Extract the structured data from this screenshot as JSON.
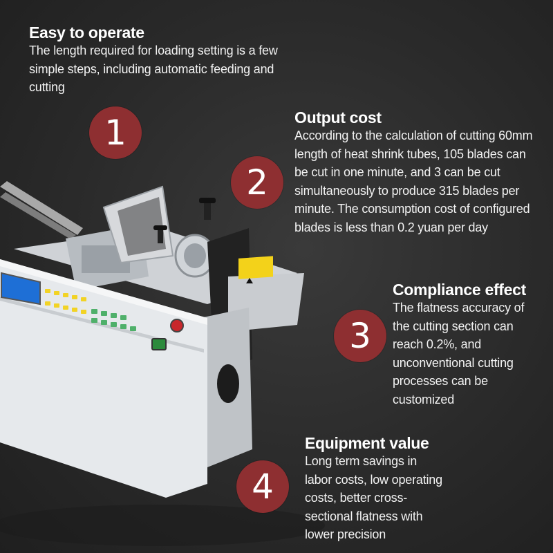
{
  "features": [
    {
      "number": "1",
      "title": "Easy to operate",
      "text": "The length required for loading setting is a few simple steps, including automatic feeding and cutting"
    },
    {
      "number": "2",
      "title": "Output cost",
      "text": "According to the calculation of cutting 60mm length of heat shrink tubes, 105 blades can be cut in one minute, and 3 can be cut simultaneously to produce 315 blades per minute. The consumption cost of configured blades is less than 0.2 yuan per day"
    },
    {
      "number": "3",
      "title": "Compliance effect",
      "text": "The flatness accuracy of the cutting section can reach 0.2%, and unconventional cutting processes can be customized"
    },
    {
      "number": "4",
      "title": "Equipment value",
      "text": "Long term savings in labor costs, low operating costs, better cross-sectional flatness with lower precision"
    }
  ],
  "colors": {
    "badge": "#8e2f31",
    "background": "#2b2b2b",
    "machine_body": "#e9ecef"
  }
}
